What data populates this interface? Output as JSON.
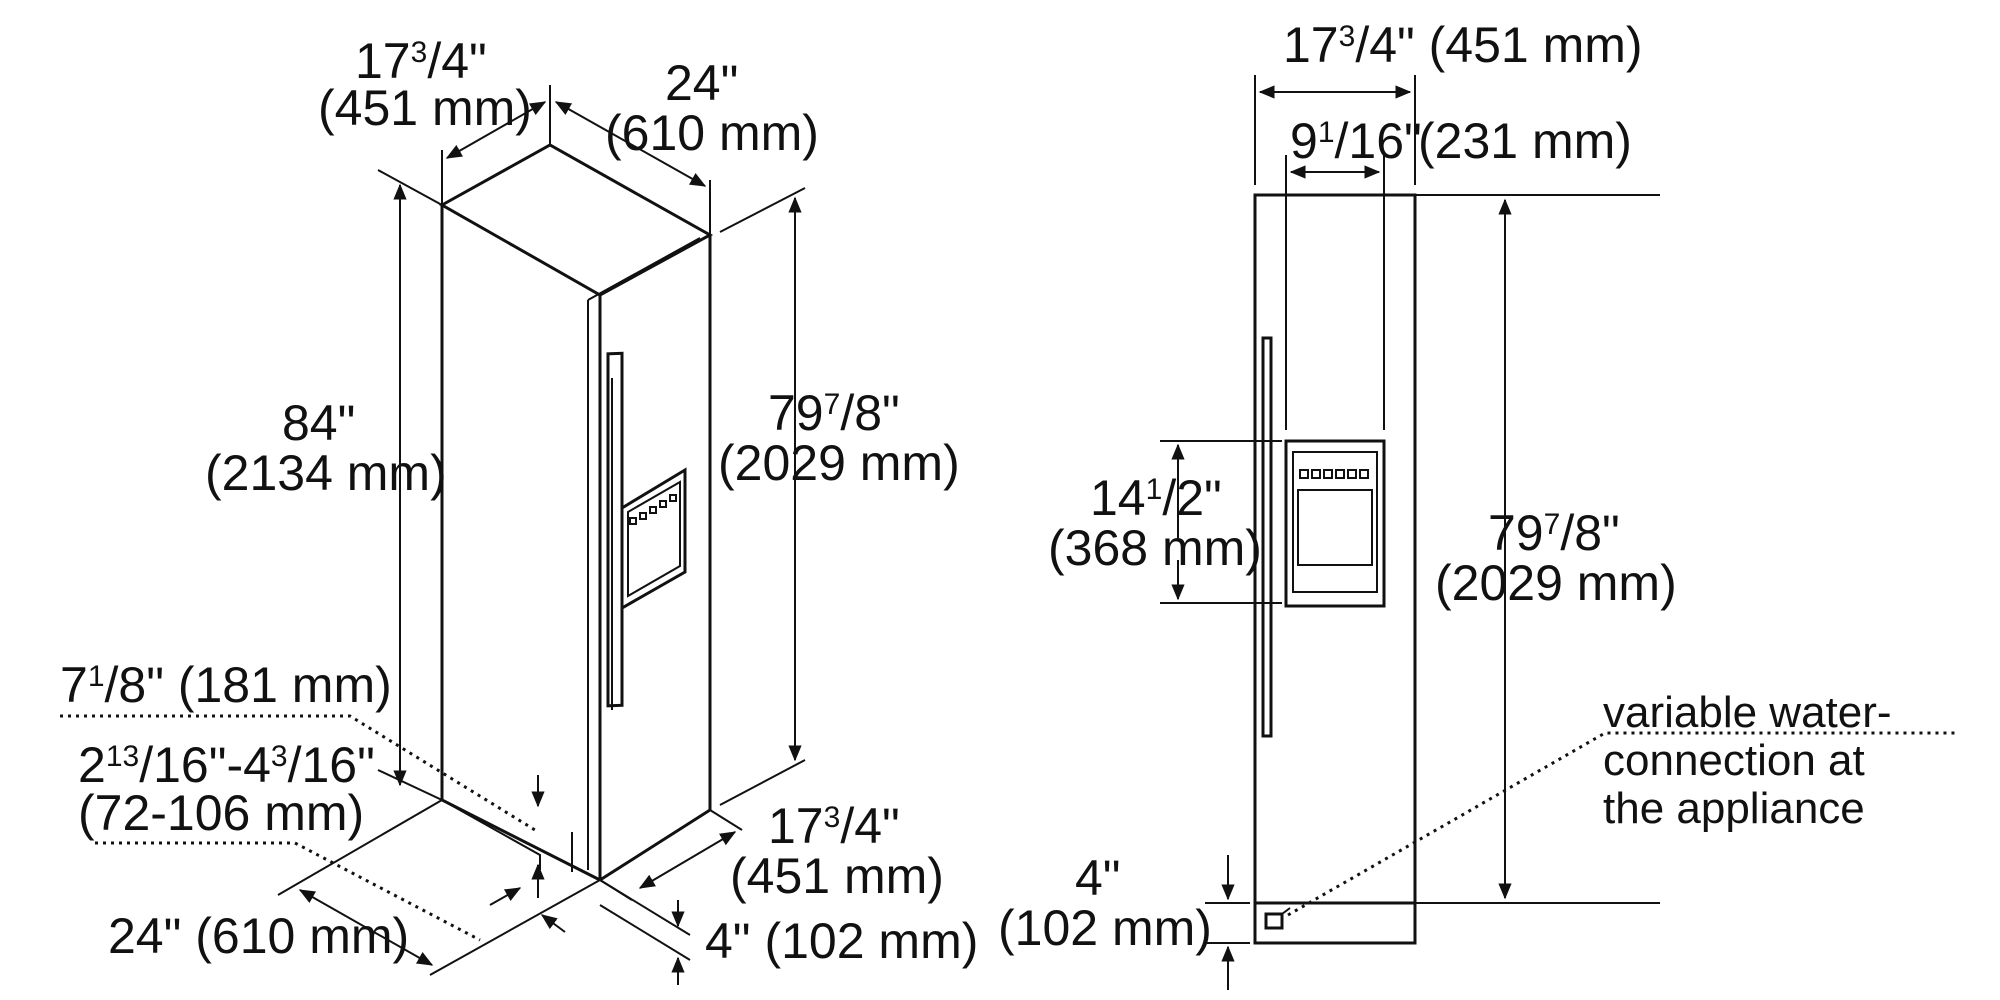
{
  "left_view": {
    "top_width": {
      "line1_whole": "17",
      "line1_sup": "3",
      "line1_rest": "/4\"",
      "line2": "(451 mm)"
    },
    "top_depth": {
      "line1": "24\"",
      "line2": "(610 mm)"
    },
    "total_height": {
      "line1": "84\"",
      "line2": "(2134 mm)"
    },
    "cabinet_height": {
      "whole": "79",
      "sup": "7",
      "rest": "/8\"",
      "line2": "(2029 mm)"
    },
    "toe_kick_height": {
      "whole": "7",
      "sup": "1",
      "rest": "/8\" (181 mm)"
    },
    "toe_kick_depth": {
      "a_whole": "2",
      "a_sup": "13",
      "a_rest": "/16\"-4",
      "b_sup": "3",
      "b_rest": "/16\"",
      "line2": "(72-106 mm)"
    },
    "base_depth": {
      "label": "24\" (610 mm)"
    },
    "base_width": {
      "whole": "17",
      "sup": "3",
      "rest": "/4\"",
      "line2": "(451 mm)"
    },
    "base_gap": {
      "label": "4\" (102 mm)"
    }
  },
  "right_view": {
    "overall_width": {
      "whole": "17",
      "sup": "3",
      "rest": "/4\" (451 mm)"
    },
    "dispenser_width": {
      "whole": "9",
      "sup": "1",
      "rest": "/16\"",
      "metric": "(231 mm)"
    },
    "dispenser_height": {
      "whole": "14",
      "sup": "1",
      "rest": "/2\"",
      "line2": "(368 mm)"
    },
    "cabinet_height": {
      "whole": "79",
      "sup": "7",
      "rest": "/8\"",
      "line2": "(2029 mm)"
    },
    "base_height": {
      "line1": "4\"",
      "line2": "(102 mm)"
    },
    "water_note": {
      "line1": "variable water-",
      "line2": "connection at",
      "line3": "the appliance"
    }
  }
}
